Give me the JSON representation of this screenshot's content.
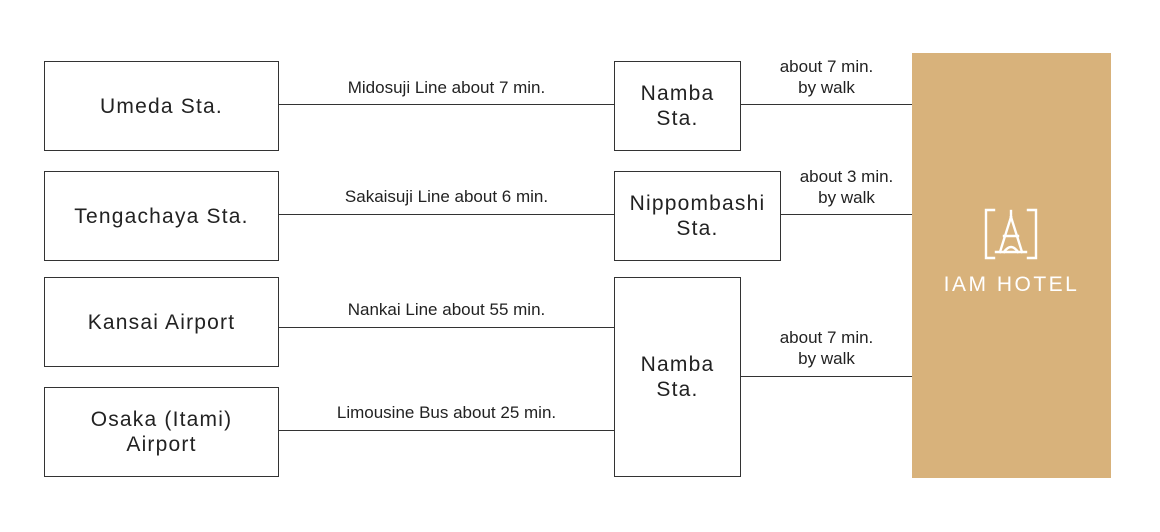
{
  "origins": {
    "umeda": "Umeda Sta.",
    "tengachaya": "Tengachaya Sta.",
    "kansai": "Kansai Airport",
    "itami": "Osaka (Itami)\nAirport"
  },
  "routes": {
    "midosuji": "Midosuji Line about 7 min.",
    "sakaisuji": "Sakaisuji Line about 6 min.",
    "nankai": "Nankai Line about 55 min.",
    "limousine": "Limousine Bus about 25 min."
  },
  "stations": {
    "namba_top": "Namba\nSta.",
    "nippombashi": "Nippombashi\nSta.",
    "namba_bottom": "Namba\nSta."
  },
  "walks": {
    "namba_top": "about 7 min.\nby walk",
    "nippombashi": "about 3 min.\nby walk",
    "namba_bottom": "about 7 min.\nby walk"
  },
  "hotel": {
    "name": "IAM HOTEL",
    "logo_icon": "hotel-logo-icon",
    "brand_color": "#d8b27b"
  }
}
